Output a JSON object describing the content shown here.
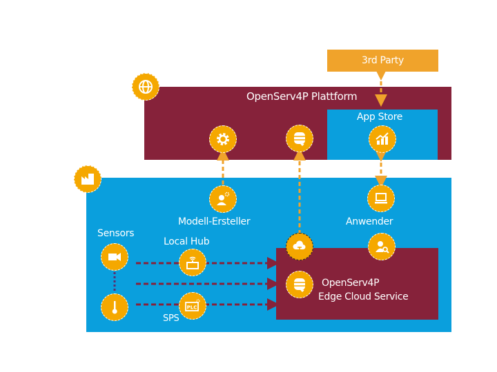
{
  "colors": {
    "platform": "#86223A",
    "factory": "#0A9FDD",
    "accent": "#F5A800",
    "third_party": "#F0A32B",
    "edge": "#86223A",
    "data_flow": "#86223A"
  },
  "third_party": {
    "label": "3rd Party"
  },
  "platform": {
    "title": "OpenServ4P Plattform",
    "icon": "globe-icon",
    "app_store": {
      "label": "App Store",
      "icon": "growth-chart-icon"
    },
    "services": [
      {
        "name": "model-service",
        "icon": "gear-icon"
      },
      {
        "name": "database-service",
        "icon": "database-download-icon"
      }
    ]
  },
  "factory": {
    "icon": "factory-icon",
    "roles": [
      {
        "label": "Modell-Ersteller",
        "icon": "user-gear-icon"
      },
      {
        "label": "Anwender",
        "icon": "laptop-icon"
      }
    ],
    "sensors": {
      "label": "Sensors",
      "devices": [
        "camera-icon",
        "thermometer-icon"
      ]
    },
    "local_hub": {
      "label": "Local Hub",
      "icon": "wifi-hub-icon"
    },
    "sps": {
      "label": "SPS",
      "icon": "plc-icon",
      "icon_text": "PLC"
    },
    "edge": {
      "title_line1": "OpenServ4P",
      "title_line2": "Edge Cloud Service",
      "icons": [
        "cloud-upload-icon",
        "user-search-icon",
        "database-download-icon"
      ]
    }
  }
}
